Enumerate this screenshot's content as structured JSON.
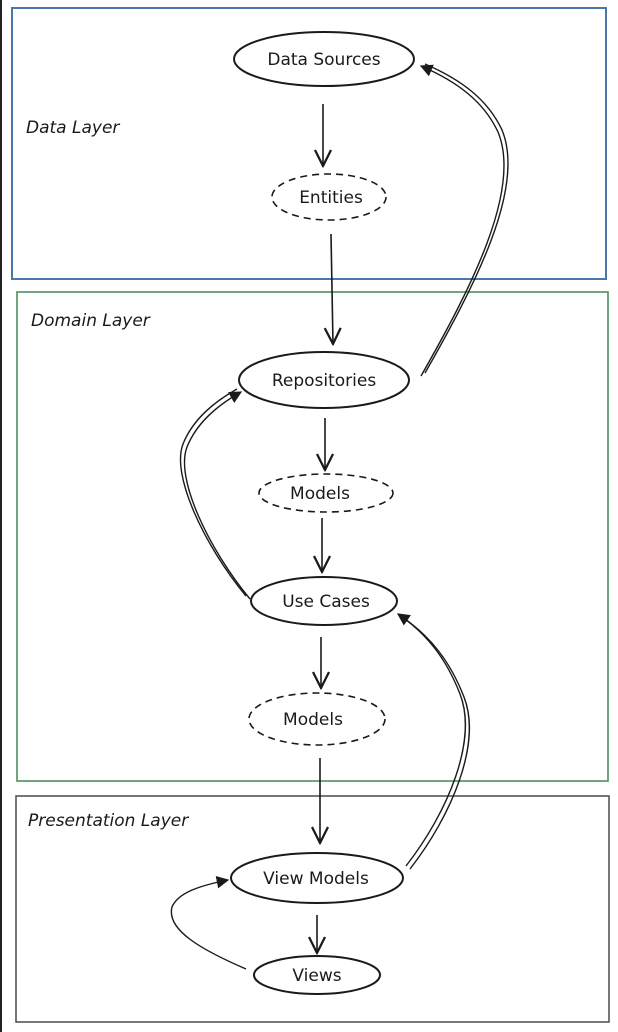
{
  "layers": {
    "data": {
      "label": "Data Layer",
      "color": "#4a78ad"
    },
    "domain": {
      "label": "Domain Layer",
      "color": "#4f8e5e"
    },
    "presentation": {
      "label": "Presentation Layer",
      "color": "#555555"
    }
  },
  "nodes": {
    "data_sources": "Data Sources",
    "entities": "Entities",
    "repositories": "Repositories",
    "models_1": "Models",
    "use_cases": "Use Cases",
    "models_2": "Models",
    "view_models": "View Models",
    "views": "Views"
  }
}
